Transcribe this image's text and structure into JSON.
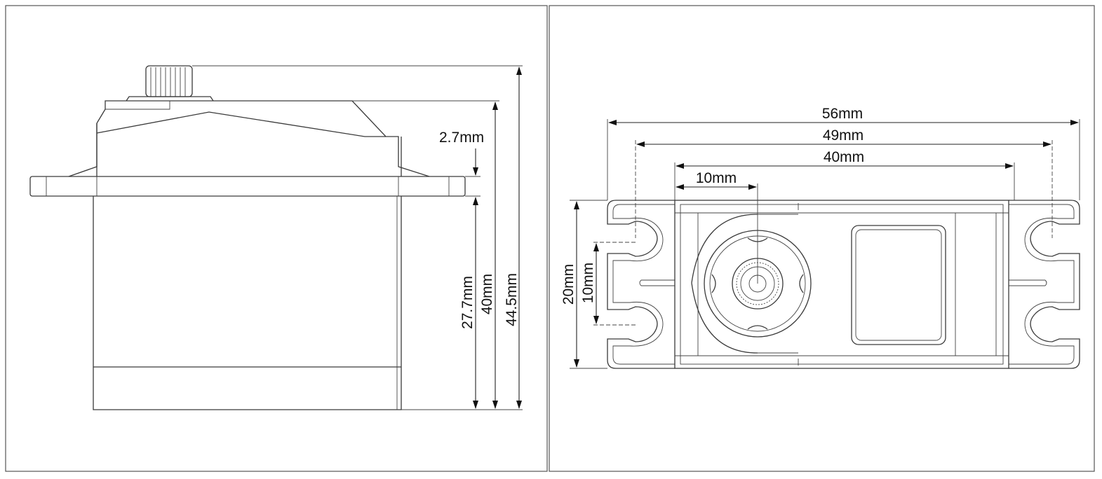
{
  "side_view": {
    "dimensions": {
      "flange_thickness": "2.7mm",
      "body_below_flange": "27.7mm",
      "case_height": "40mm",
      "total_height": "44.5mm"
    }
  },
  "top_view": {
    "dimensions": {
      "overall_length": "56mm",
      "hole_spacing": "49mm",
      "case_length": "40mm",
      "spline_offset": "10mm",
      "case_width": "20mm",
      "hole_pair_spacing": "10mm"
    }
  }
}
